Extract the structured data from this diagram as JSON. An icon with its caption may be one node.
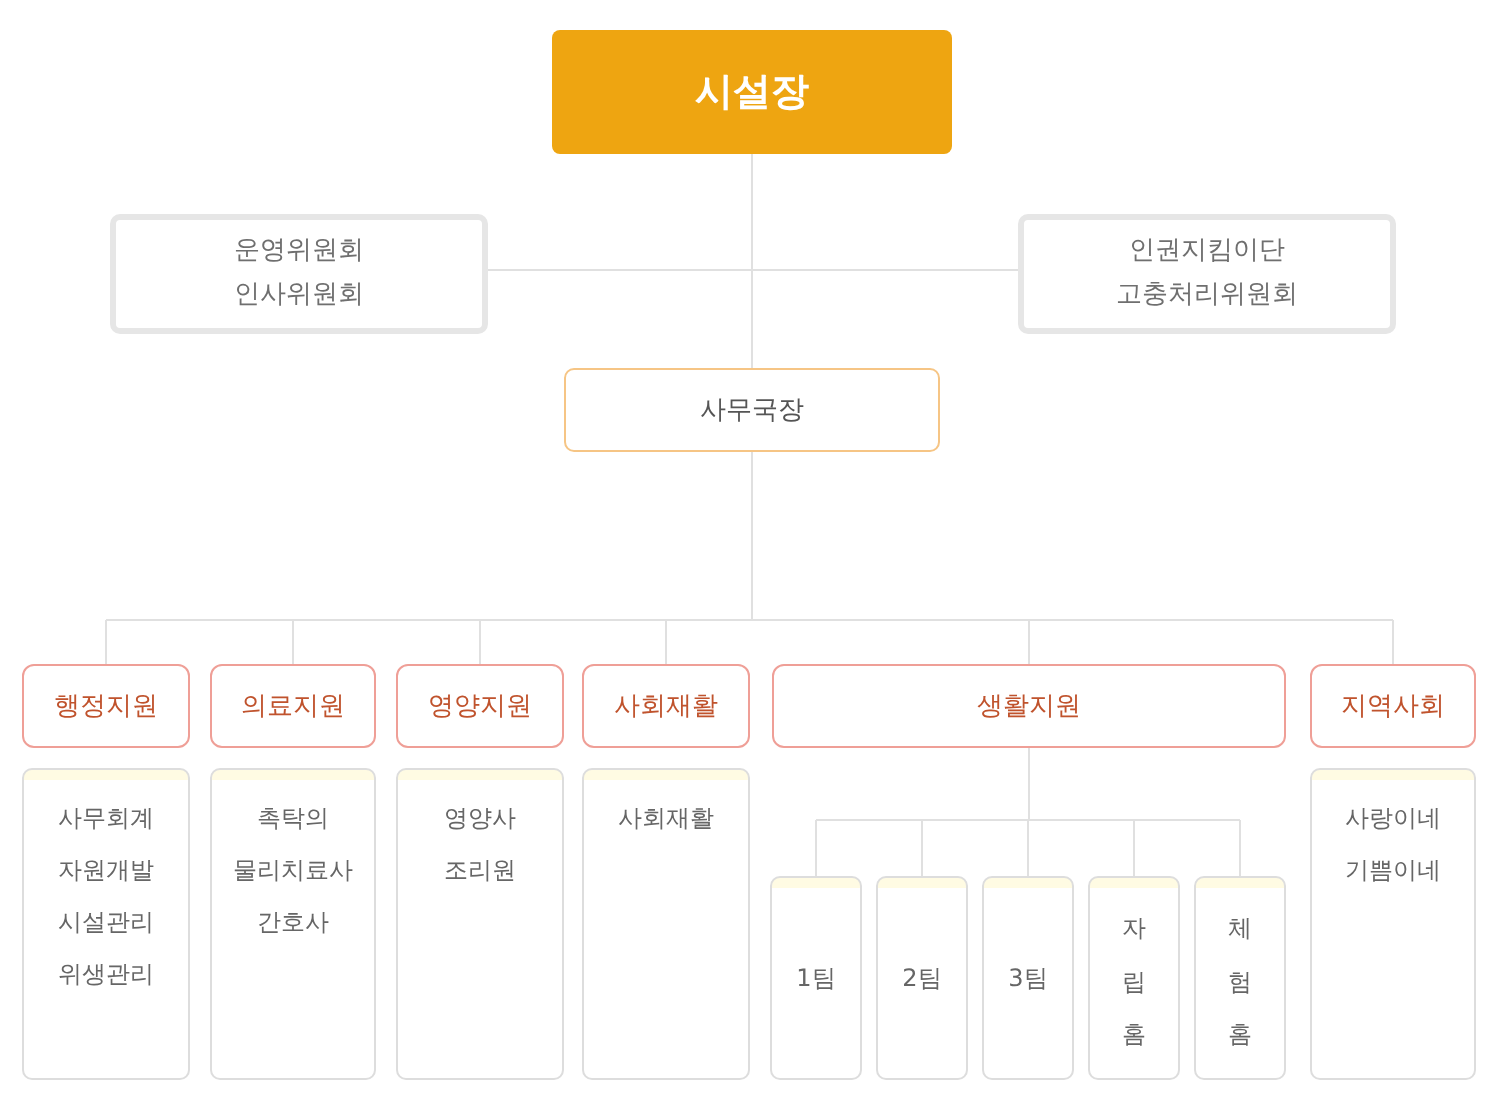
{
  "diagram": {
    "nodes": [
      {
        "text": [
          "시설장"
        ]
      },
      {
        "text": [
          "운영위원회",
          "인사위원회"
        ]
      },
      {
        "text": [
          "인권지킴이단",
          "고충처리위원회"
        ]
      },
      {
        "text": [
          "사무국장"
        ]
      },
      {
        "text": [
          "행정지원"
        ]
      },
      {
        "text": [
          "의료지원"
        ]
      },
      {
        "text": [
          "영양지원"
        ]
      },
      {
        "text": [
          "사회재활"
        ]
      },
      {
        "text": [
          "생활지원"
        ]
      },
      {
        "text": [
          "지역사회"
        ]
      },
      {
        "text": [
          "사무회계",
          "자원개발",
          "시설관리",
          "위생관리"
        ]
      },
      {
        "text": [
          "촉탁의",
          "물리치료사",
          "간호사"
        ]
      },
      {
        "text": [
          "영양사",
          "조리원"
        ]
      },
      {
        "text": [
          "사회재활"
        ]
      },
      {
        "text": [
          "1팀"
        ]
      },
      {
        "text": [
          "2팀"
        ]
      },
      {
        "text": [
          "3팀"
        ]
      },
      {
        "text": [
          "자립홈"
        ]
      },
      {
        "text": [
          "체험홈"
        ]
      },
      {
        "text": [
          "사랑이네",
          "기쁨이네"
        ]
      }
    ],
    "edges": [
      {
        "from": 0,
        "to": 3,
        "arrow": "none"
      },
      {
        "from": 0,
        "to": 1,
        "arrow": "none"
      },
      {
        "from": 0,
        "to": 2,
        "arrow": "none"
      },
      {
        "from": 3,
        "to": 4,
        "arrow": "none"
      },
      {
        "from": 3,
        "to": 5,
        "arrow": "none"
      },
      {
        "from": 3,
        "to": 6,
        "arrow": "none"
      },
      {
        "from": 3,
        "to": 7,
        "arrow": "none"
      },
      {
        "from": 3,
        "to": 8,
        "arrow": "none"
      },
      {
        "from": 3,
        "to": 9,
        "arrow": "none"
      },
      {
        "from": 8,
        "to": 14,
        "arrow": "none"
      },
      {
        "from": 8,
        "to": 15,
        "arrow": "none"
      },
      {
        "from": 8,
        "to": 16,
        "arrow": "none"
      },
      {
        "from": 8,
        "to": 17,
        "arrow": "none"
      },
      {
        "from": 8,
        "to": 18,
        "arrow": "none"
      }
    ]
  }
}
